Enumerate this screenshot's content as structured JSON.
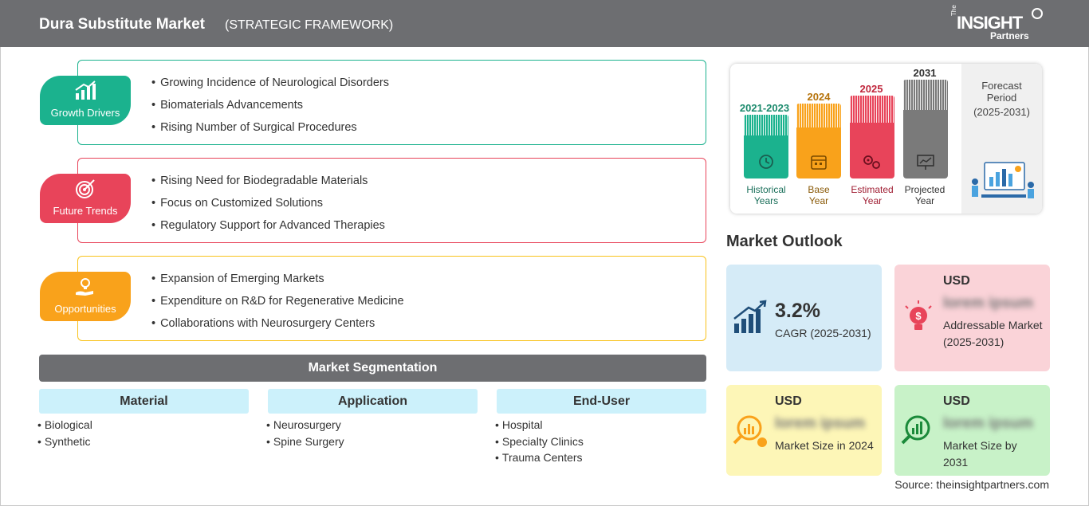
{
  "header": {
    "title": "Dura Substitute Market",
    "subtitle": "(STRATEGIC FRAMEWORK)",
    "logo_the": "The",
    "logo_insight": "INSIGHT",
    "logo_partners": "Partners"
  },
  "framework": [
    {
      "label": "Growth Drivers",
      "color": "#1bb28e",
      "items": [
        "Growing Incidence of Neurological Disorders",
        "Biomaterials Advancements",
        "Rising Number of Surgical Procedures"
      ]
    },
    {
      "label": "Future Trends",
      "color": "#e8445a",
      "items": [
        "Rising Need for Biodegradable Materials",
        "Focus on Customized Solutions",
        "Regulatory Support for Advanced Therapies"
      ]
    },
    {
      "label": "Opportunities",
      "color": "#f9a21b",
      "items": [
        "Expansion of Emerging Markets",
        "Expenditure on R&D for Regenerative Medicine",
        "Collaborations with Neurosurgery Centers"
      ]
    }
  ],
  "segmentation": {
    "title": "Market Segmentation",
    "columns": [
      {
        "heading": "Material",
        "items": [
          "Biological",
          "Synthetic"
        ]
      },
      {
        "heading": "Application",
        "items": [
          "Neurosurgery",
          "Spine Surgery"
        ]
      },
      {
        "heading": "End-User",
        "items": [
          "Hospital",
          "Specialty Clinics",
          "Trauma Centers"
        ]
      }
    ]
  },
  "timeline": {
    "periods": [
      {
        "year": "2021-2023",
        "label_line1": "Historical",
        "label_line2": "Years",
        "color": "#1bb28e"
      },
      {
        "year": "2024",
        "label_line1": "Base",
        "label_line2": "Year",
        "color": "#f9a21b"
      },
      {
        "year": "2025",
        "label_line1": "Estimated",
        "label_line2": "Year",
        "color": "#e8445a"
      },
      {
        "year": "2031",
        "label_line1": "Projected",
        "label_line2": "Year",
        "color": "#7a7a7a"
      }
    ],
    "forecast_line1": "Forecast",
    "forecast_line2": "Period",
    "forecast_line3": "(2025-2031)"
  },
  "outlook": {
    "title": "Market Outlook",
    "cagr": {
      "value": "3.2%",
      "label": "CAGR (2025-2031)",
      "bg": "#d5ebf7"
    },
    "addressable": {
      "currency": "USD",
      "value": "lorem ipsum",
      "label": "Addressable Market (2025-2031)",
      "bg": "#fad3d8"
    },
    "size2024": {
      "currency": "USD",
      "value": "lorem ipsum",
      "label": "Market Size in 2024",
      "bg": "#fdf6b7"
    },
    "size2031": {
      "currency": "USD",
      "value": "lorem ipsum",
      "label": "Market Size by 2031",
      "bg": "#c8f2c8"
    }
  },
  "source": "Source: theinsightpartners.com"
}
